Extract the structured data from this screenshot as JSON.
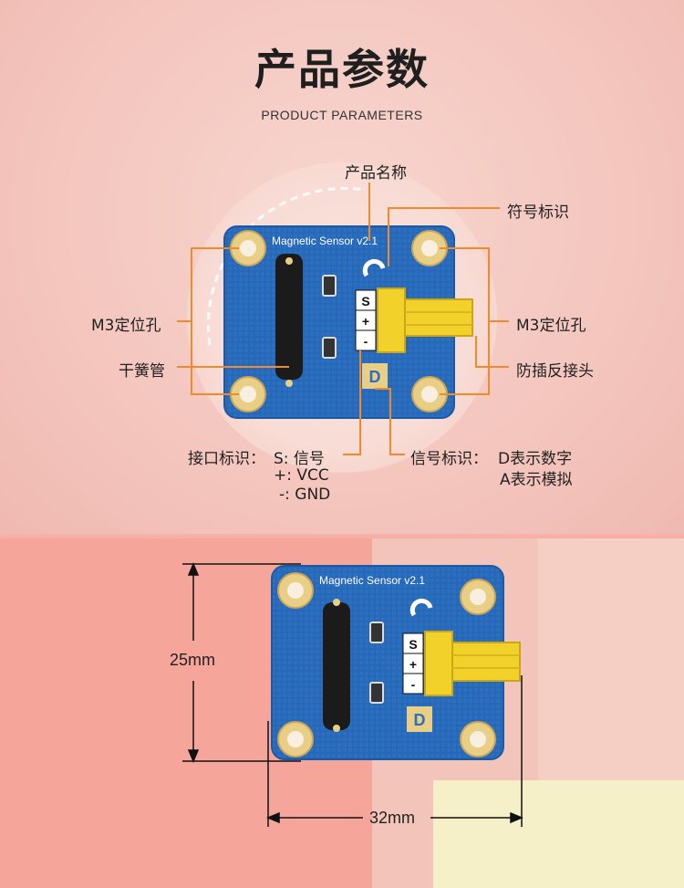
{
  "header": {
    "title": "产品参数",
    "subtitle": "PRODUCT PARAMETERS"
  },
  "board": {
    "label": "Magnetic Sensor v2.1",
    "pins": [
      "S",
      "+",
      "-"
    ],
    "type_mark": "D"
  },
  "callouts": {
    "product_name": "产品名称",
    "symbol_mark": "符号标识",
    "m3_hole_left": "M3定位孔",
    "m3_hole_right": "M3定位孔",
    "reed_switch": "干簧管",
    "anti_reverse": "防插反接头",
    "interface_title": "接口标识：",
    "interface_s": "S: 信号",
    "interface_vcc": "+: VCC",
    "interface_gnd": "-: GND",
    "signal_title": "信号标识：",
    "signal_d": "D表示数字",
    "signal_a": "A表示模拟"
  },
  "dimensions": {
    "height": "25mm",
    "width": "32mm"
  },
  "colors": {
    "pcb": "#2a6fc0",
    "pcb_dark": "#1d5aa6",
    "callout_line": "#f08a2b",
    "connector": "#f2d12a",
    "pad": "#e9cf86"
  }
}
